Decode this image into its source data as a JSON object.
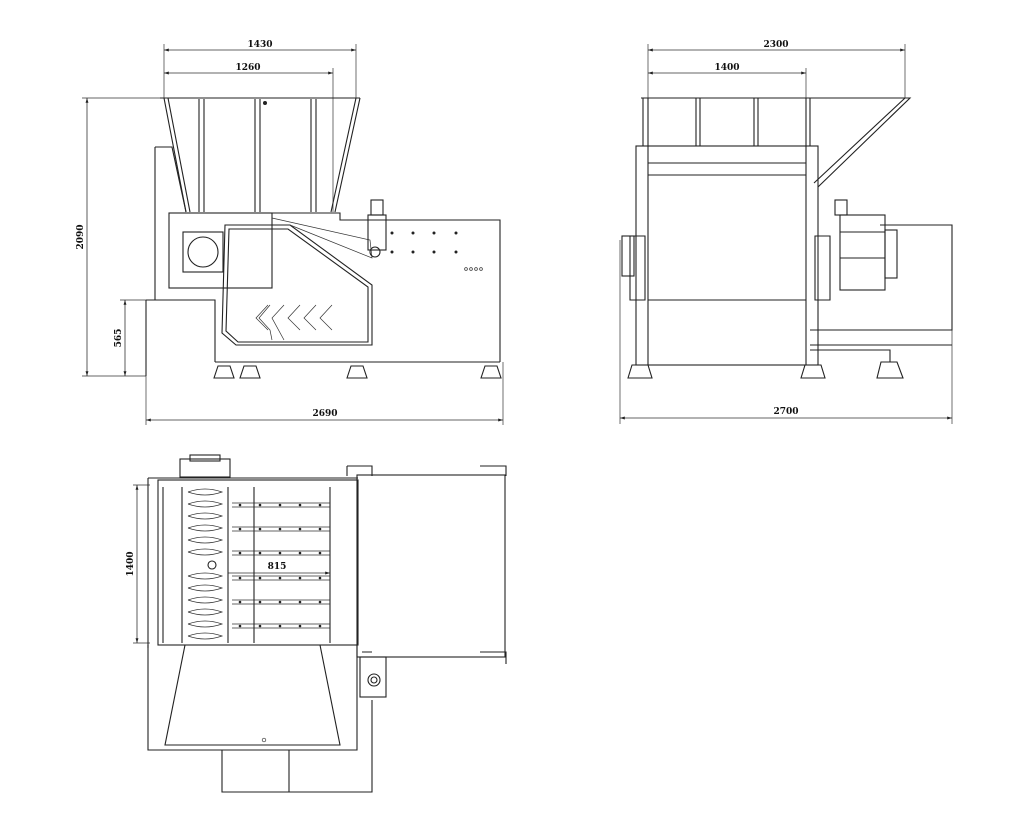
{
  "drawing": {
    "front_view": {
      "dimensions": {
        "hopper_outer_width": "1430",
        "hopper_inner_width": "1260",
        "total_height": "2090",
        "base_height": "565",
        "total_length": "2690"
      }
    },
    "side_view": {
      "dimensions": {
        "hopper_total_width": "2300",
        "hopper_width": "1400",
        "total_width": "2700"
      }
    },
    "top_view": {
      "dimensions": {
        "chamber_width": "1400",
        "rotor_length": "815"
      }
    },
    "colors": {
      "line": "#222222",
      "background": "#ffffff"
    }
  }
}
